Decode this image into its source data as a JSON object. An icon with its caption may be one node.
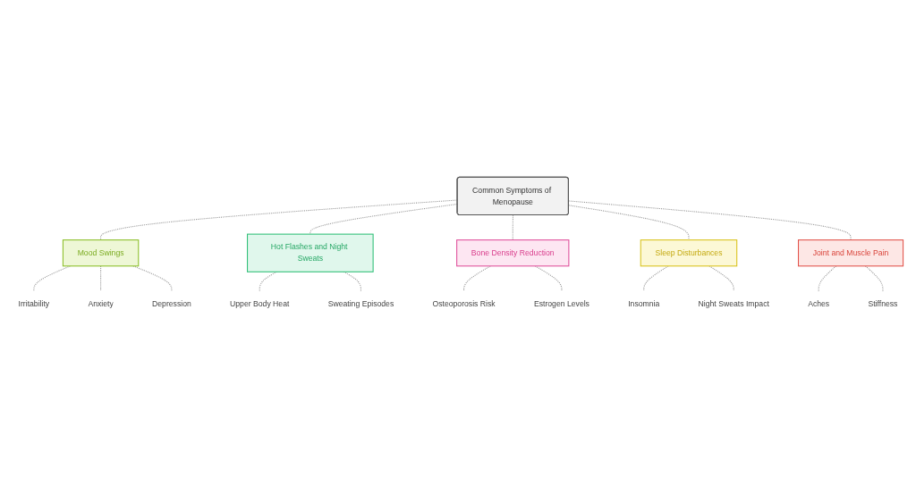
{
  "diagram": {
    "nodes": [
      {
        "text": [
          "Common Symptoms of Menopause"
        ]
      },
      {
        "text": [
          "Mood Swings"
        ]
      },
      {
        "text": [
          "Irritability"
        ]
      },
      {
        "text": [
          "Anxiety"
        ]
      },
      {
        "text": [
          "Depression"
        ]
      },
      {
        "text": [
          "Hot Flashes and Night Sweats"
        ]
      },
      {
        "text": [
          "Upper Body Heat"
        ]
      },
      {
        "text": [
          "Sweating Episodes"
        ]
      },
      {
        "text": [
          "Bone Density Reduction"
        ]
      },
      {
        "text": [
          "Osteoporosis Risk"
        ]
      },
      {
        "text": [
          "Estrogen Levels"
        ]
      },
      {
        "text": [
          "Sleep Disturbances"
        ]
      },
      {
        "text": [
          "Insomnia"
        ]
      },
      {
        "text": [
          "Night Sweats Impact"
        ]
      },
      {
        "text": [
          "Joint and Muscle Pain"
        ]
      },
      {
        "text": [
          "Aches"
        ]
      },
      {
        "text": [
          "Stiffness"
        ]
      }
    ],
    "edges": [
      {
        "from": 0,
        "to": 1,
        "arrow": "none",
        "style": "dashed"
      },
      {
        "from": 1,
        "to": 2,
        "arrow": "none",
        "style": "dashed"
      },
      {
        "from": 1,
        "to": 3,
        "arrow": "none",
        "style": "dashed"
      },
      {
        "from": 1,
        "to": 4,
        "arrow": "none",
        "style": "dashed"
      },
      {
        "from": 0,
        "to": 5,
        "arrow": "none",
        "style": "dashed"
      },
      {
        "from": 5,
        "to": 6,
        "arrow": "none",
        "style": "dashed"
      },
      {
        "from": 5,
        "to": 7,
        "arrow": "none",
        "style": "dashed"
      },
      {
        "from": 0,
        "to": 8,
        "arrow": "none",
        "style": "dashed"
      },
      {
        "from": 8,
        "to": 9,
        "arrow": "none",
        "style": "dashed"
      },
      {
        "from": 8,
        "to": 10,
        "arrow": "none",
        "style": "dashed"
      },
      {
        "from": 0,
        "to": 11,
        "arrow": "none",
        "style": "dashed"
      },
      {
        "from": 11,
        "to": 12,
        "arrow": "none",
        "style": "dashed"
      },
      {
        "from": 11,
        "to": 13,
        "arrow": "none",
        "style": "dashed"
      },
      {
        "from": 0,
        "to": 14,
        "arrow": "none",
        "style": "dashed"
      },
      {
        "from": 14,
        "to": 15,
        "arrow": "none",
        "style": "dashed"
      },
      {
        "from": 14,
        "to": 16,
        "arrow": "none",
        "style": "dashed"
      }
    ]
  }
}
